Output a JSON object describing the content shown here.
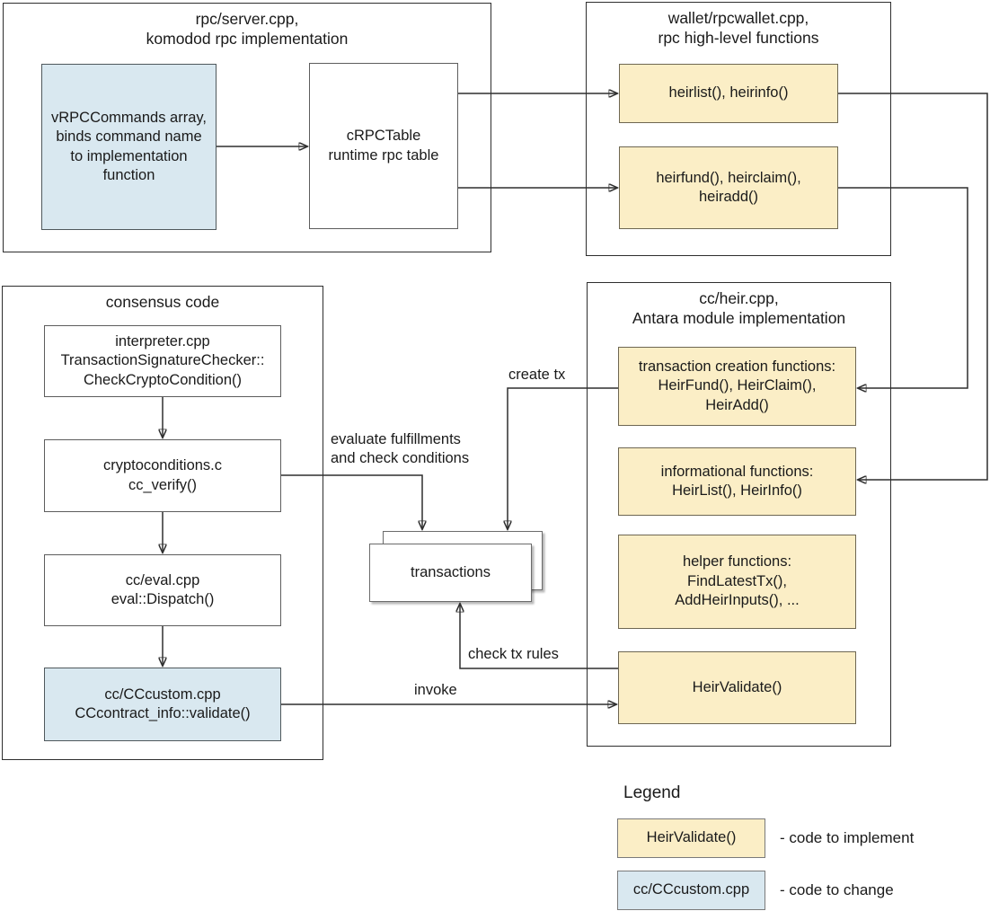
{
  "containers": {
    "rpc_server": {
      "title": "rpc/server.cpp,\nkomodod rpc implementation"
    },
    "wallet": {
      "title": "wallet/rpcwallet.cpp,\nrpc high-level functions"
    },
    "consensus": {
      "title": "consensus code"
    },
    "heir": {
      "title": "cc/heir.cpp,\nAntara module implementation"
    }
  },
  "nodes": {
    "vrpccommands": {
      "text": "vRPCCommands array,\nbinds command name\nto implementation\nfunction"
    },
    "crpctable": {
      "text": "cRPCTable\nruntime rpc table"
    },
    "heirlist": {
      "text": "heirlist(), heirinfo()"
    },
    "heirfund": {
      "text": "heirfund(), heirclaim(),\nheiradd()"
    },
    "interpreter": {
      "text": "interpreter.cpp\nTransactionSignatureChecker::\nCheckCryptoCondition()"
    },
    "cryptoconditions": {
      "text": "cryptoconditions.c\ncc_verify()"
    },
    "cceval": {
      "text": "cc/eval.cpp\neval::Dispatch()"
    },
    "cccustom": {
      "text": "cc/CCcustom.cpp\nCCcontract_info::validate()"
    },
    "txcreation": {
      "text": "transaction creation functions:\nHeirFund(), HeirClaim(),\nHeirAdd()"
    },
    "informational": {
      "text": "informational functions:\nHeirList(), HeirInfo()"
    },
    "helper": {
      "text": "helper functions:\nFindLatestTx(),\nAddHeirInputs(), ..."
    },
    "heirvalidate": {
      "text": "HeirValidate()"
    },
    "transactions": {
      "text": "transactions"
    }
  },
  "edge_labels": {
    "create_tx": "create tx",
    "evaluate": "evaluate fulfillments\nand check conditions",
    "check_tx_rules": "check tx rules",
    "invoke": "invoke"
  },
  "legend": {
    "title": "Legend",
    "items": [
      {
        "box": "HeirValidate()",
        "label": "- code to implement"
      },
      {
        "box": "cc/CCcustom.cpp",
        "label": "- code to change"
      }
    ]
  },
  "colors": {
    "yellow_fill": "#fbeec6",
    "blue_fill": "#d9e8f0",
    "line": "#2f2f2f",
    "background": "#ffffff"
  }
}
